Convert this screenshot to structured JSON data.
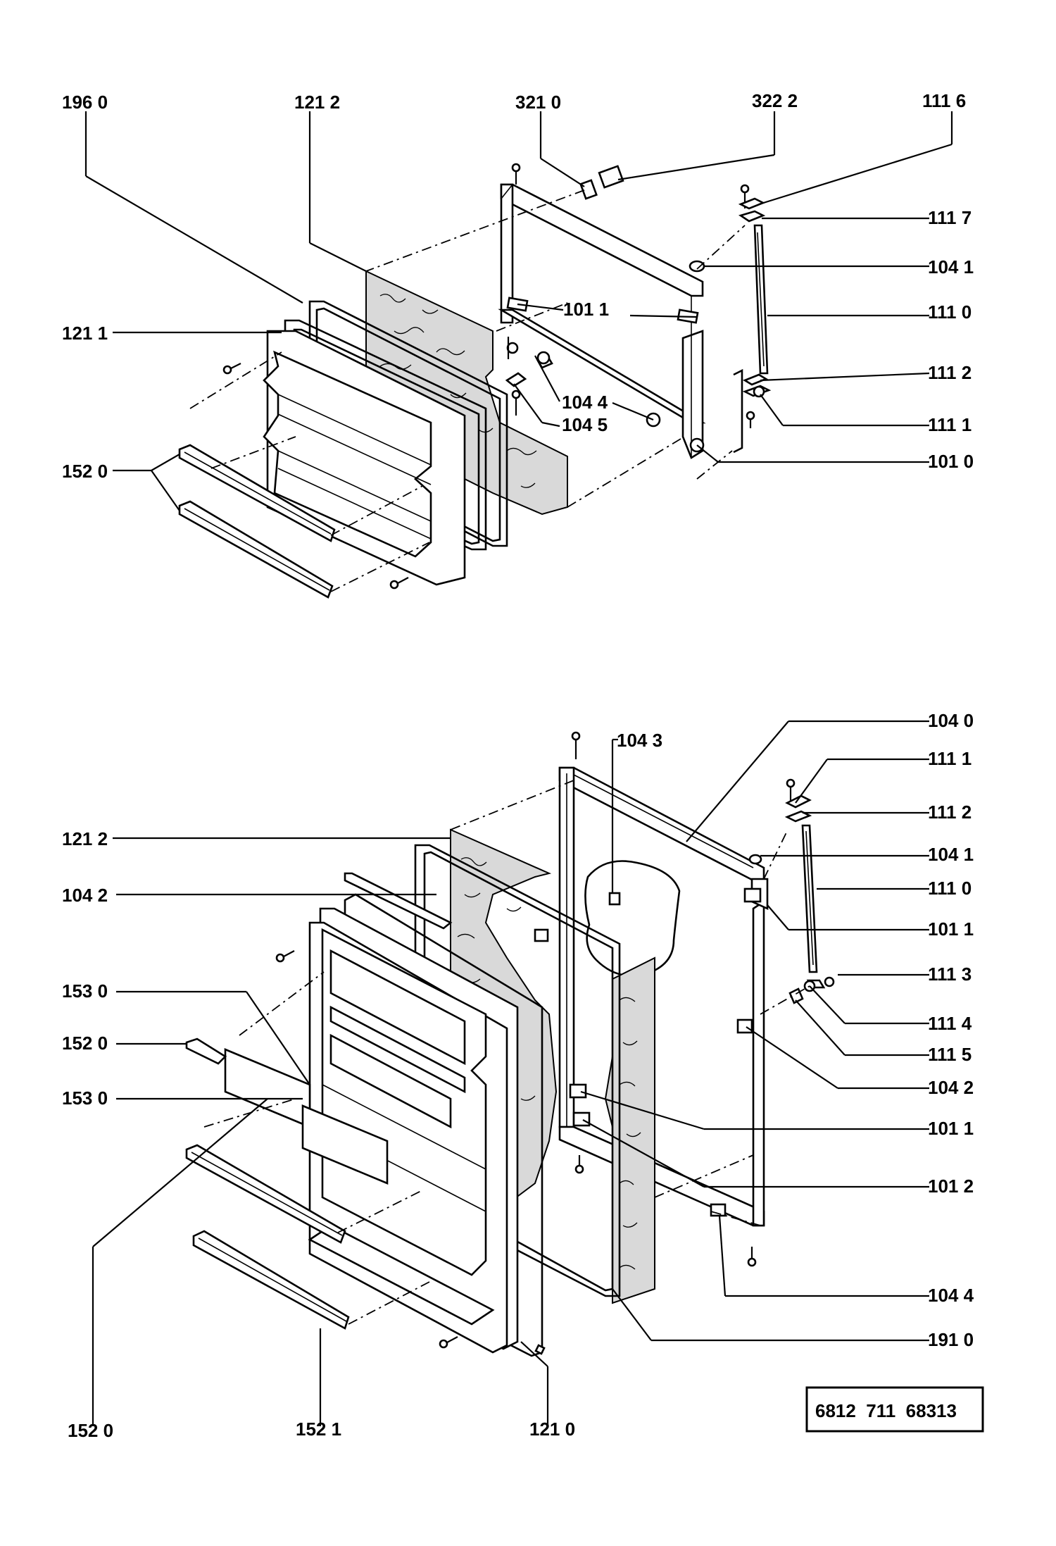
{
  "colors": {
    "ink": "#000000",
    "paper": "#ffffff",
    "foam": "#d9d9d9"
  },
  "document_ref": "6812  711  68313",
  "labels_top": {
    "l1960": "196 0",
    "l1212": "121 2",
    "l3210": "321 0",
    "l3222": "322 2",
    "l1116": "111 6",
    "l1117": "111 7",
    "l1041": "104 1",
    "l1011": "101 1",
    "l1110": "111 0",
    "l1211": "121 1",
    "l1112": "111 2",
    "l1044": "104 4",
    "l1111": "111 1",
    "l1045": "104 5",
    "l1010": "101 0",
    "l1520": "152 0"
  },
  "labels_bottom": {
    "l1040": "104 0",
    "l1043": "104 3",
    "l1111": "111 1",
    "l1112": "111 2",
    "l1212": "121 2",
    "l1041": "104 1",
    "l1110": "111 0",
    "l1042a": "104 2",
    "l1011a": "101 1",
    "l1113": "111 3",
    "l1530a": "153 0",
    "l1114": "111 4",
    "l1520a": "152 0",
    "l1115": "111 5",
    "l1042b": "104 2",
    "l1530b": "153 0",
    "l1011b": "101 1",
    "l1012": "101 2",
    "l1044": "104 4",
    "l1910": "191 0",
    "l1520b": "152 0",
    "l1521": "152 1",
    "l1210": "121 0"
  }
}
